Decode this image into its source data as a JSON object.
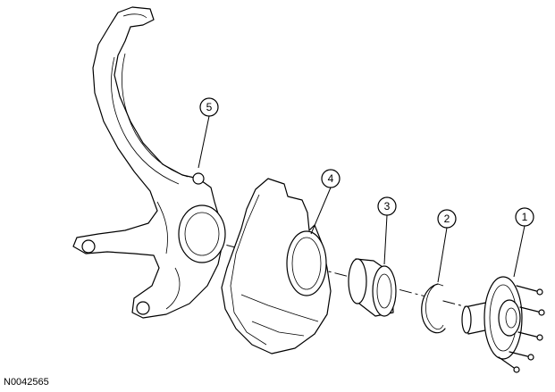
{
  "figure_id": "N0042565",
  "callouts": [
    {
      "label": "1"
    },
    {
      "label": "2"
    },
    {
      "label": "3"
    },
    {
      "label": "4"
    },
    {
      "label": "5"
    }
  ]
}
